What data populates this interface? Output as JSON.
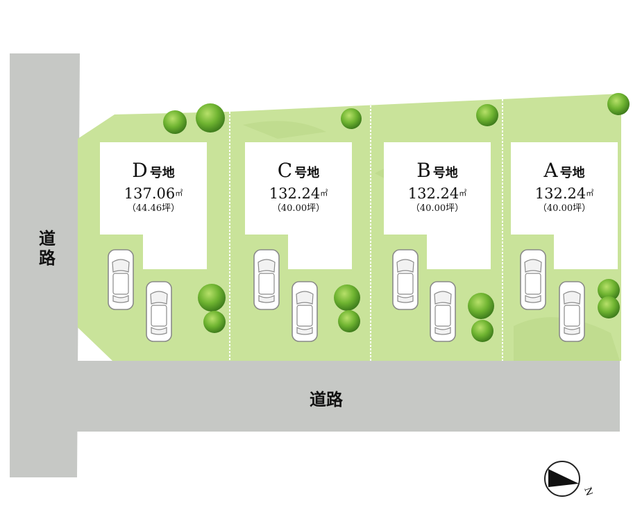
{
  "roads": {
    "vertical_label": [
      "道",
      "路"
    ],
    "horizontal_label": "道路"
  },
  "lots": [
    {
      "id": "D",
      "suffix": "号地",
      "area": "137.06",
      "area_unit": "㎡",
      "tsubo": "（44.46坪）"
    },
    {
      "id": "C",
      "suffix": "号地",
      "area": "132.24",
      "area_unit": "㎡",
      "tsubo": "（40.00坪）"
    },
    {
      "id": "B",
      "suffix": "号地",
      "area": "132.24",
      "area_unit": "㎡",
      "tsubo": "（40.00坪）"
    },
    {
      "id": "A",
      "suffix": "号地",
      "area": "132.24",
      "area_unit": "㎡",
      "tsubo": "（40.00坪）"
    }
  ],
  "compass": {
    "label": "N"
  },
  "colors": {
    "road": "#c6c8c5",
    "lawn": "#c9e39a",
    "lawn_dark": "#b6d77e",
    "building": "#ffffff",
    "tree": "#7cc03c",
    "tree_dark": "#4e8f22"
  }
}
